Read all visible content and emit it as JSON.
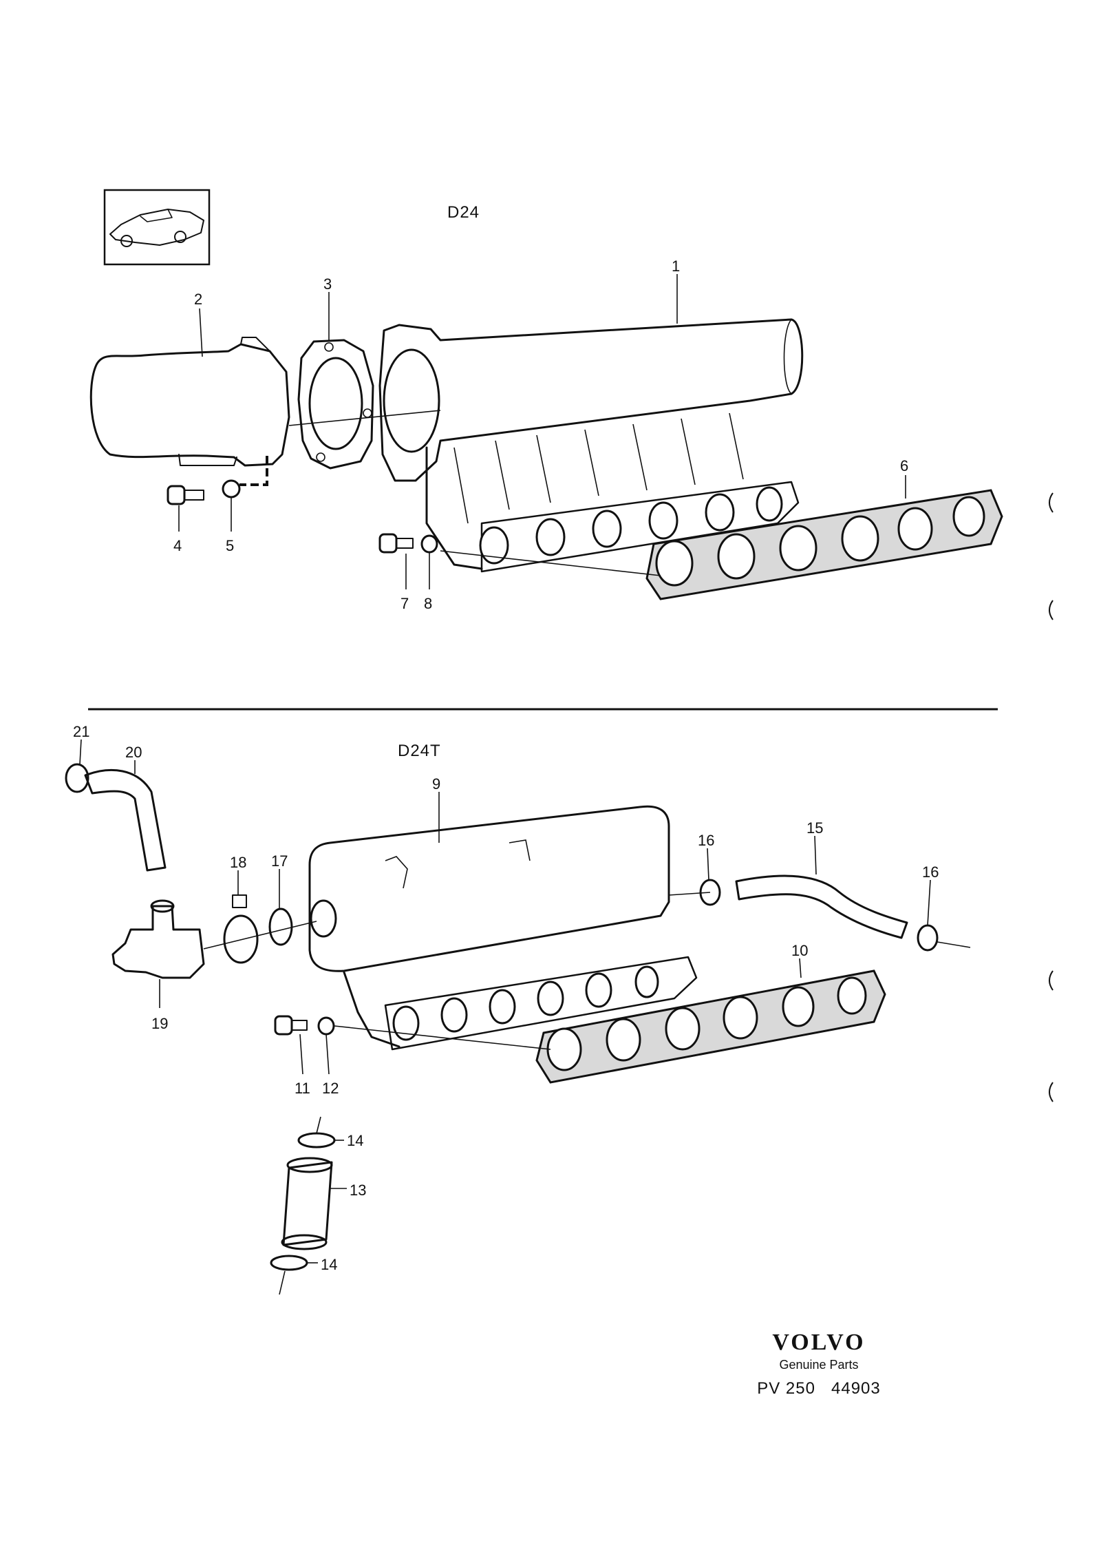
{
  "sections": {
    "upper": "D24",
    "lower": "D24T"
  },
  "callouts": {
    "p1": "1",
    "p2": "2",
    "p3": "3",
    "p4": "4",
    "p5": "5",
    "p6": "6",
    "p7": "7",
    "p8": "8",
    "p9": "9",
    "p10": "10",
    "p11": "11",
    "p12": "12",
    "p13": "13",
    "p14a": "14",
    "p14b": "14",
    "p15": "15",
    "p16a": "16",
    "p16b": "16",
    "p17": "17",
    "p18": "18",
    "p19": "19",
    "p20": "20",
    "p21": "21"
  },
  "footer": {
    "brand": "VOLVO",
    "tagline": "Genuine Parts",
    "ref_code": "PV 250",
    "ref_number": "44903"
  },
  "icons": [
    "car-thumbnail-icon"
  ]
}
